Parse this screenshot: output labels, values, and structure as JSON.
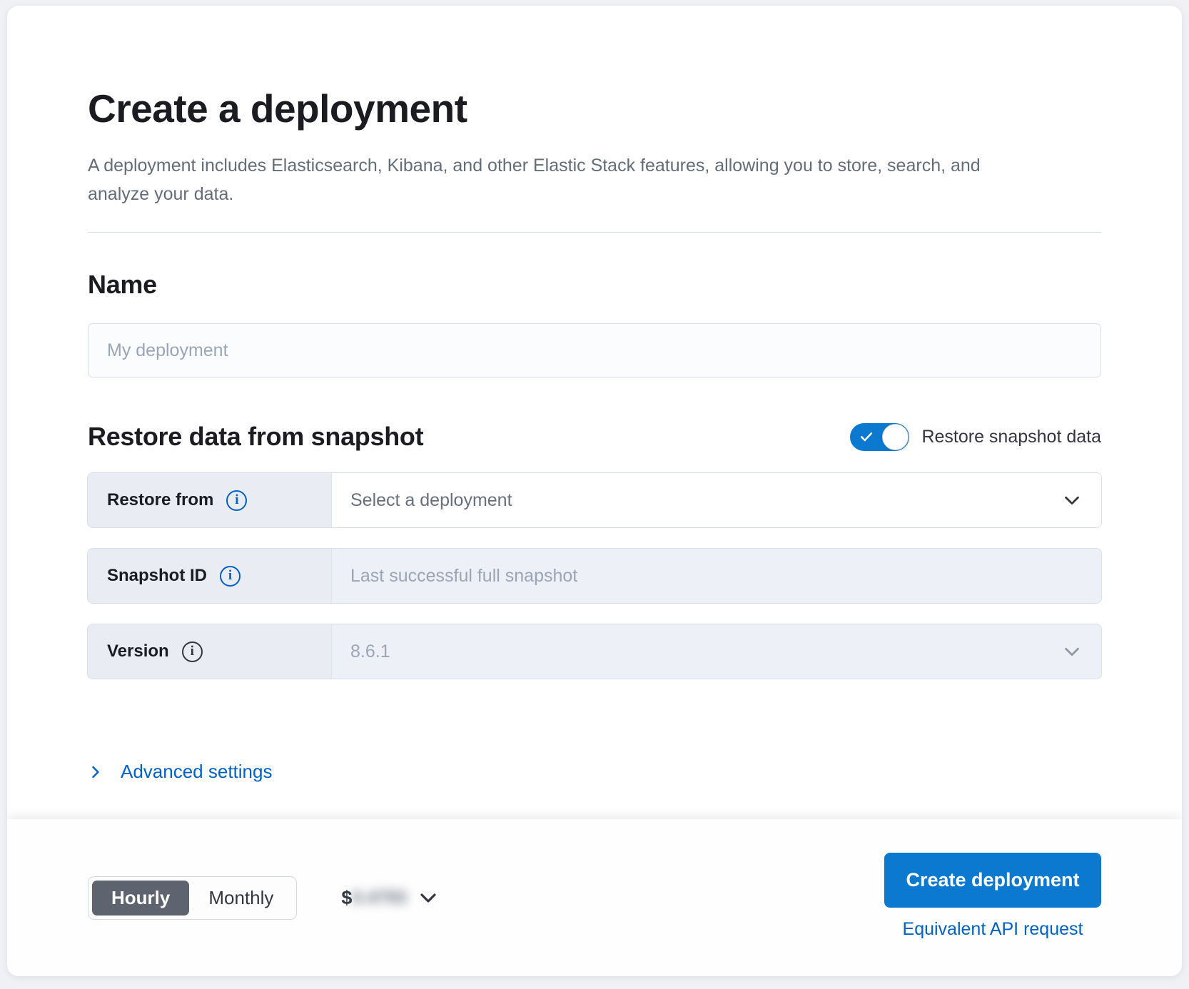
{
  "page": {
    "title": "Create a deployment",
    "subtitle": "A deployment includes Elasticsearch, Kibana, and other Elastic Stack features, allowing you to store, search, and analyze your data."
  },
  "name_section": {
    "heading": "Name",
    "input_value": "",
    "input_placeholder": "My deployment"
  },
  "restore_section": {
    "heading": "Restore data from snapshot",
    "toggle_label": "Restore snapshot data",
    "toggle_on": true,
    "rows": [
      {
        "label": "Restore from",
        "info_icon": "info-icon-blue",
        "value": "Select a deployment",
        "control": "select",
        "disabled": false
      },
      {
        "label": "Snapshot ID",
        "info_icon": "info-icon-blue",
        "value": "Last successful full snapshot",
        "control": "input",
        "disabled": true
      },
      {
        "label": "Version",
        "info_icon": "info-icon-dark",
        "value": "8.6.1",
        "control": "select",
        "disabled": true
      }
    ],
    "advanced_settings_label": "Advanced settings"
  },
  "footer": {
    "billing_options": [
      {
        "label": "Hourly",
        "selected": true
      },
      {
        "label": "Monthly",
        "selected": false
      }
    ],
    "price_currency": "$",
    "price_value": "0.4793",
    "price_blurred": true,
    "create_button_label": "Create deployment",
    "api_link_label": "Equivalent API request"
  },
  "icons": {
    "toggle_check": "check-icon",
    "row_info": "info-icon",
    "select_caret": "chevron-down-icon",
    "advanced": "chevron-right-icon",
    "price_caret": "chevron-down-icon"
  },
  "colors": {
    "primary_button": "#0b79d0",
    "toggle_on": "#0b79d0",
    "link": "#0062c4",
    "selected_billing_bg": "#5d646f",
    "prepend_bg": "#e9edf3",
    "disabled_field_bg": "#edf0f6",
    "heading_text": "#1a1c21",
    "muted_text": "#9aa5b6"
  }
}
